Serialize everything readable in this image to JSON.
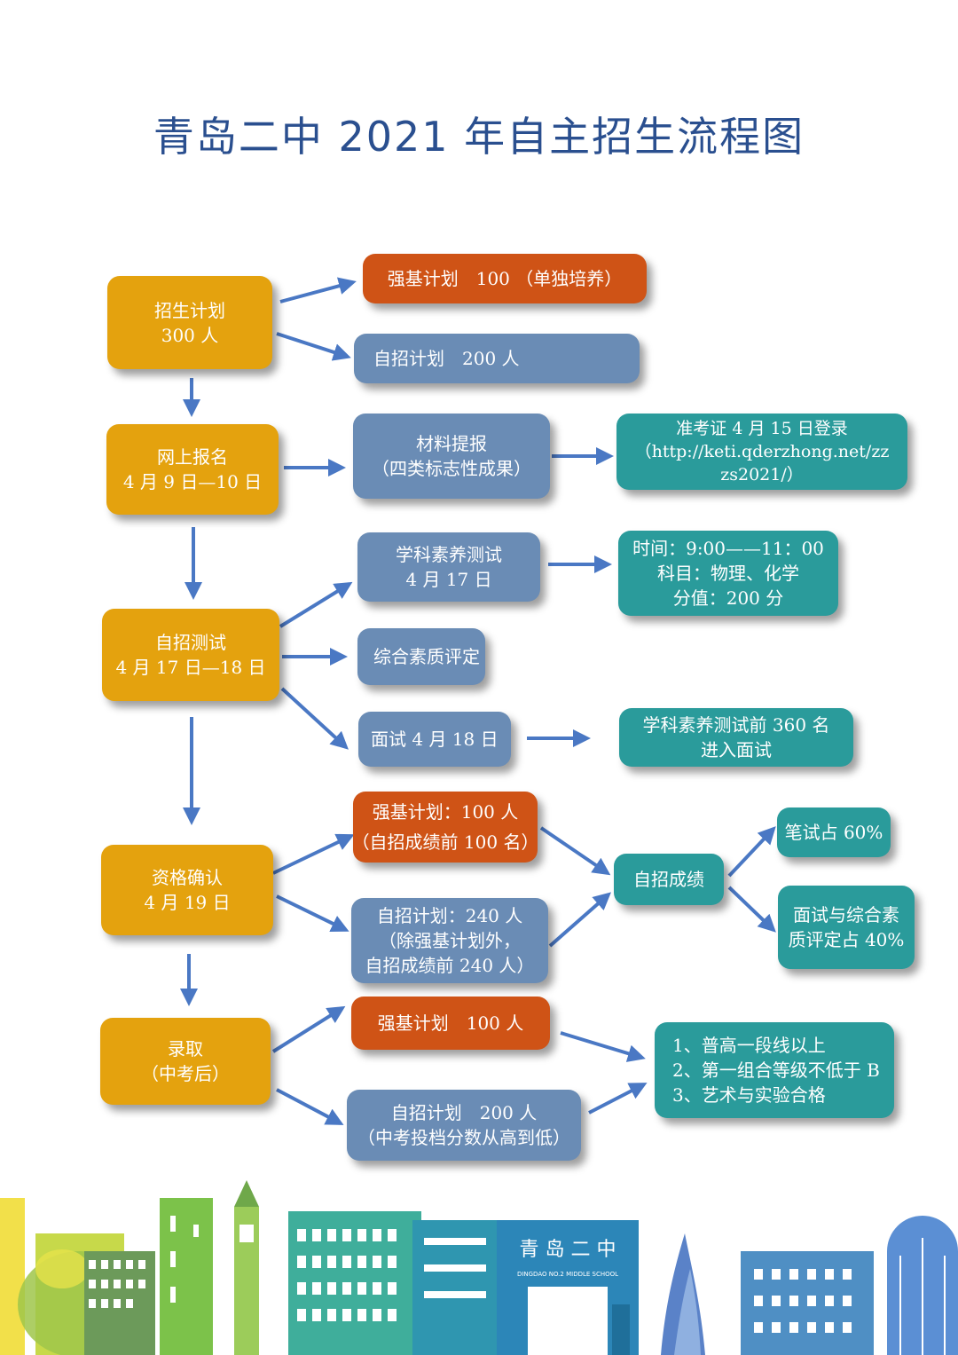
{
  "title": "青岛二中 2021 年自主招生流程图",
  "colors": {
    "step": "#e4a20e",
    "qiangji": "#cf5316",
    "detail": "#6a8cb5",
    "note": "#2a9b9b",
    "arrow": "#4a78c4",
    "title": "#2a4f8f"
  },
  "steps": [
    {
      "line1": "招生计划",
      "line2": "300 人"
    },
    {
      "line1": "网上报名",
      "line2": "4 月 9 日—10 日"
    },
    {
      "line1": "自招测试",
      "line2": "4 月 17 日—18 日"
    },
    {
      "line1": "资格确认",
      "line2": "4 月 19 日"
    },
    {
      "line1": "录取",
      "line2": "（中考后）"
    }
  ],
  "plan": {
    "qiangji": "强基计划　100 （单独培养）",
    "zizhao": "自招计划　200 人"
  },
  "signup": {
    "material_1": "材料提报",
    "material_2": "（四类标志性成果）",
    "ticket_1": "准考证 4 月 15 日登录",
    "ticket_2": "（http://keti.qderzhong.net/zz",
    "ticket_3": "zs2021/）"
  },
  "test": {
    "subject_1": "学科素养测试",
    "subject_2": "4 月 17 日",
    "time": "时间：9:00——11：00",
    "subjects": "科目：物理、化学",
    "score": "分值：200 分",
    "quality": "综合素质评定",
    "interview": "面试 4 月 18 日",
    "interview_note_1": "学科素养测试前 360 名",
    "interview_note_2": "进入面试"
  },
  "confirm": {
    "qiangji_1": "强基计划：100 人",
    "qiangji_2": "（自招成绩前 100 名）",
    "zizhao_1": "自招计划：240 人",
    "zizhao_2": "（除强基计划外，",
    "zizhao_3": "自招成绩前 240 人）",
    "score": "自招成绩",
    "written": "笔试占 60%",
    "interview_1": "面试与综合素",
    "interview_2": "质评定占 40%"
  },
  "admit": {
    "qiangji": "强基计划　100 人",
    "zizhao_1": "自招计划　200 人",
    "zizhao_2": "（中考投档分数从高到低）",
    "req_1": "1、普高一段线以上",
    "req_2": "2、第一组合等级不低于 B",
    "req_3": "3、艺术与实验合格"
  },
  "skyline": {
    "sign_text": "青 岛 二 中",
    "sign_subtext": "DINGDAO NO.2 MIDDLE SCHOOL"
  }
}
